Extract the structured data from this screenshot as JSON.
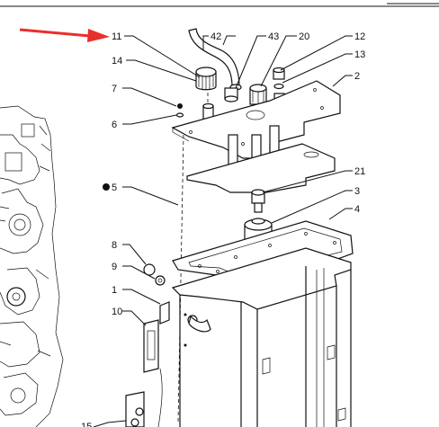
{
  "diagram": {
    "callouts": {
      "c11": "11",
      "c42": "42",
      "c43": "43",
      "c20": "20",
      "c12": "12",
      "c13": "13",
      "c2": "2",
      "c14": "14",
      "c7": "7",
      "c6": "6",
      "c5": "5",
      "c21": "21",
      "c3": "3",
      "c4": "4",
      "c8": "8",
      "c9": "9",
      "c1": "1",
      "c10": "10",
      "c15": "15"
    },
    "colors": {
      "line": "#111111",
      "arrow": "#e8302a",
      "background": "#ffffff"
    }
  }
}
